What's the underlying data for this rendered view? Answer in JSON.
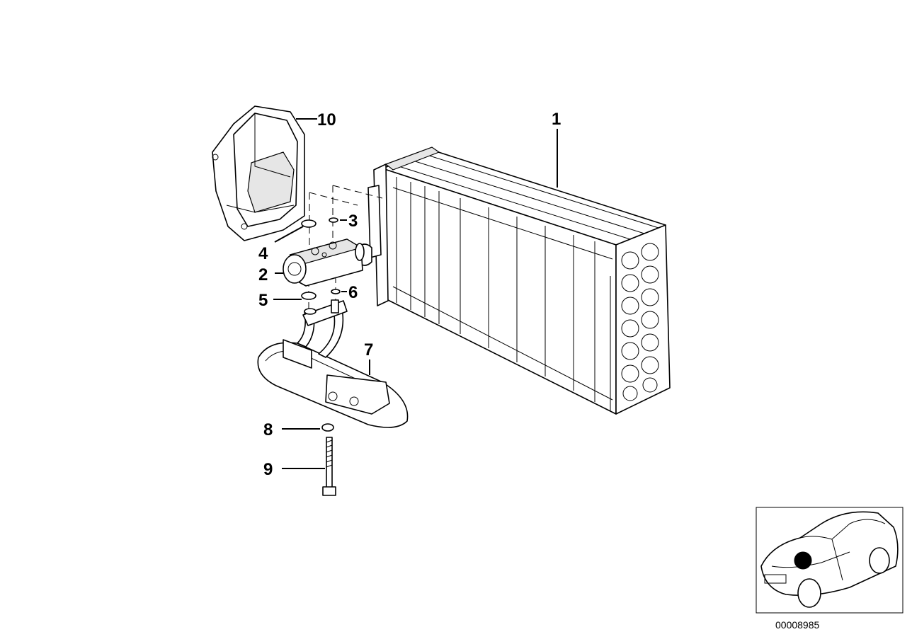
{
  "callouts": {
    "c1": "1",
    "c2": "2",
    "c3": "3",
    "c4": "4",
    "c5": "5",
    "c6": "6",
    "c7": "7",
    "c8": "8",
    "c9": "9",
    "c10": "10"
  },
  "reference_code": "00008985",
  "icons": {
    "evaporator": "evaporator-icon",
    "expansion_valve": "expansion-valve-icon",
    "housing": "housing-cover-icon",
    "pipe": "refrigerant-pipe-icon",
    "car": "car-location-icon"
  },
  "colors": {
    "line": "#000000",
    "background": "#ffffff",
    "location_marker": "#000000"
  }
}
